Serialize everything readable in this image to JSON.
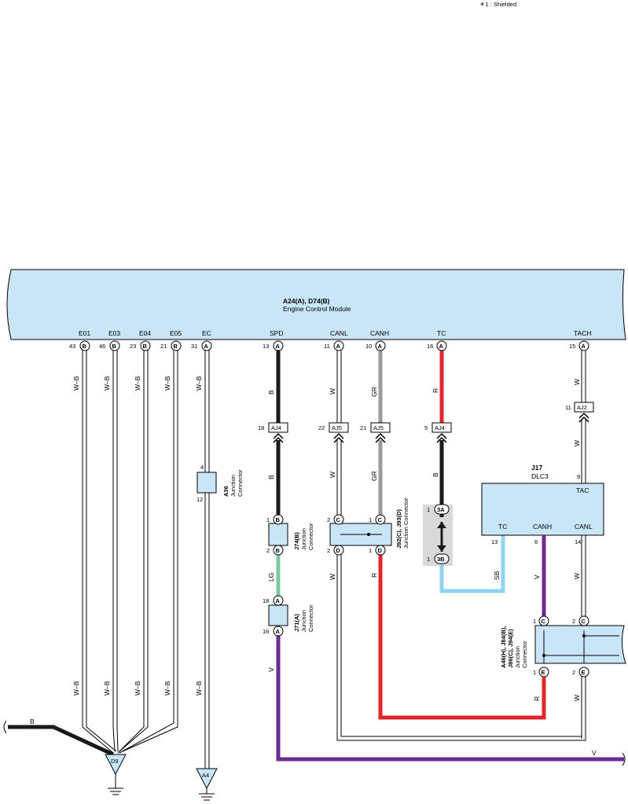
{
  "note": "＊1 : Shielded",
  "ecm": {
    "title": "A24(A), D74(B)",
    "subtitle": "Engine Control Module",
    "terminals": [
      {
        "name": "E01",
        "pin": "43",
        "conn": "B"
      },
      {
        "name": "E03",
        "pin": "46",
        "conn": "B"
      },
      {
        "name": "E04",
        "pin": "23",
        "conn": "B"
      },
      {
        "name": "E05",
        "pin": "21",
        "conn": "B"
      },
      {
        "name": "EC",
        "pin": "31",
        "conn": "A"
      },
      {
        "name": "SPD",
        "pin": "13",
        "conn": "A"
      },
      {
        "name": "CANL",
        "pin": "11",
        "conn": "A"
      },
      {
        "name": "CANH",
        "pin": "10",
        "conn": "A"
      },
      {
        "name": "TC",
        "pin": "16",
        "conn": "A"
      },
      {
        "name": "TACH",
        "pin": "15",
        "conn": "A"
      }
    ]
  },
  "wire_colors": {
    "w_b": "W–B",
    "b": "B",
    "w": "W",
    "gr": "GR",
    "r": "R",
    "lg": "LG",
    "v": "V",
    "sb": "SB"
  },
  "connectors": {
    "aj4": "AJ4",
    "aj5": "AJ5",
    "aj2": "AJ2",
    "pins": {
      "n18": "18",
      "n22": "22",
      "n21": "21",
      "n5": "5",
      "n11": "11",
      "n4": "4",
      "n12": "12",
      "n1": "1",
      "n2": "2",
      "n16": "16",
      "n9": "9",
      "n13": "13",
      "n6": "6",
      "n14": "14"
    },
    "letters": {
      "a": "A",
      "b": "B",
      "c": "C",
      "d": "D",
      "e": "E",
      "s3a": "3A",
      "s3b": "3B"
    }
  },
  "junctions": {
    "a36": {
      "id": "A36",
      "label1": "Junction",
      "label2": "Connector"
    },
    "j74": {
      "id": "J74(B)",
      "label1": "Junction",
      "label2": "Connector"
    },
    "j71": {
      "id": "J71(A)",
      "label1": "Junction",
      "label2": "Connector"
    },
    "j92": {
      "id": "J92(C), J93(D)",
      "label1": "Junction Connector"
    },
    "a46": {
      "id": "A46(H), J84(B),",
      "id2": "J86(C), J94(E)",
      "label1": "Junction",
      "label2": "Connector"
    }
  },
  "dlc3": {
    "id": "J17",
    "name": "DLC3",
    "tac": "TAC",
    "tc": "TC",
    "canh": "CANH",
    "canl": "CANL"
  },
  "grounds": {
    "d9": "D9",
    "a4": "A4"
  },
  "colors": {
    "module_fill": "#c8e6f7",
    "black_wire": "#1a1a1a",
    "gray_wire": "#9a9a9a",
    "red_wire": "#e3262c",
    "green_wire": "#7ccaa0",
    "violet_wire": "#6a2c91",
    "skyblue_wire": "#8fd3f0"
  }
}
